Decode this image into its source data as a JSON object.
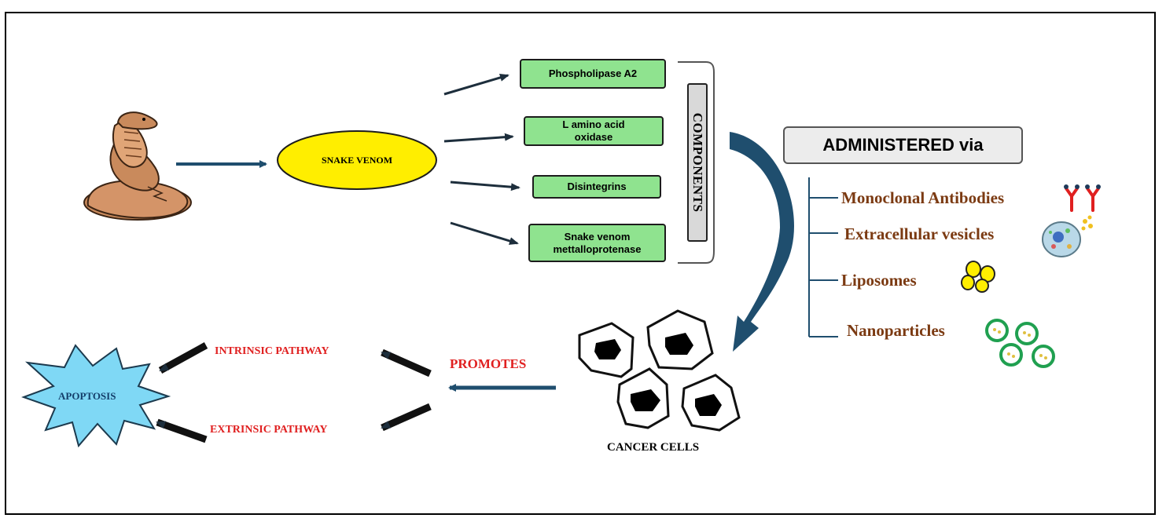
{
  "source": {
    "label": "SNAKE VENOM"
  },
  "components": {
    "title": "COMPONENTS",
    "items": [
      {
        "label": "Phospholipase A2"
      },
      {
        "label": "L amino acid oxidase"
      },
      {
        "label": "Disintegrins"
      },
      {
        "label": "Snake venom mettalloprotenase"
      }
    ]
  },
  "administration": {
    "title": "ADMINISTERED via",
    "routes": [
      {
        "label": "Monoclonal Antibodies",
        "icon": "antibody-icon"
      },
      {
        "label": "Extracellular vesicles",
        "icon": "vesicle-icon"
      },
      {
        "label": "Liposomes",
        "icon": "liposome-icon"
      },
      {
        "label": "Nanoparticles",
        "icon": "nanoparticle-icon"
      }
    ]
  },
  "target": {
    "label": "CANCER CELLS"
  },
  "effect": {
    "label": "PROMOTES"
  },
  "pathways": [
    {
      "label": "INTRINSIC PATHWAY"
    },
    {
      "label": "EXTRINSIC PATHWAY"
    }
  ],
  "outcome": {
    "label": "APOPTOSIS"
  },
  "colors": {
    "component_fill": "#8fe38f",
    "venom_fill": "#ffee00",
    "arrow_blue": "#1f4e6e",
    "pathway_red": "#e02020",
    "route_brown": "#7b3a12",
    "apoptosis_fill": "#7fd8f5"
  }
}
